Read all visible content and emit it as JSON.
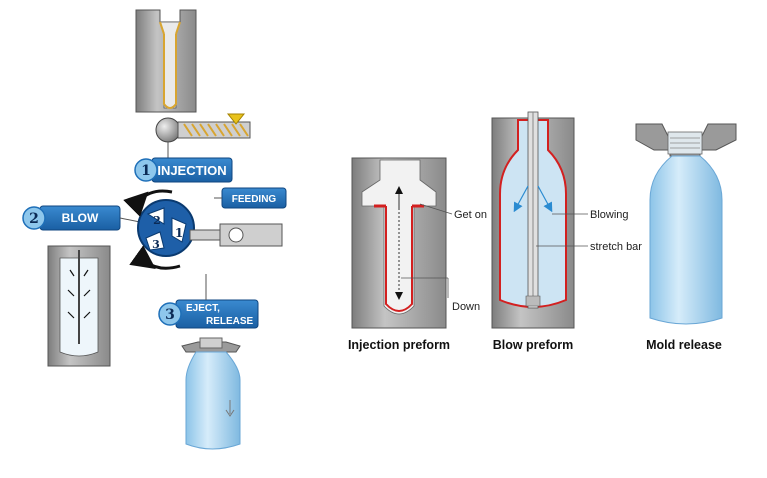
{
  "steps": {
    "injection": {
      "num": "1",
      "label": "INJECTION"
    },
    "blow": {
      "num": "2",
      "label": "BLOW"
    },
    "eject": {
      "num": "3",
      "line1": "EJECT,",
      "line2": "RELEASE"
    },
    "feeding": {
      "label": "FEEDING"
    }
  },
  "turret": {
    "pos1": "1",
    "pos2": "2",
    "pos3": "3"
  },
  "labels": {
    "get_on": "Get on",
    "down": "Down",
    "blowing": "Blowing",
    "stretch_bar": "stretch bar"
  },
  "captions": {
    "injection_preform": "Injection preform",
    "blow_preform": "Blow preform",
    "mold_release": "Mold release"
  },
  "colors": {
    "badge_blue": "#1e6fb8",
    "badge_light": "#8ec7ec",
    "mold_gray": "#9a9a9a",
    "preform_red": "#d32020",
    "bottle_blue": "#a9d6f2",
    "screw_gold": "#d8a531"
  }
}
